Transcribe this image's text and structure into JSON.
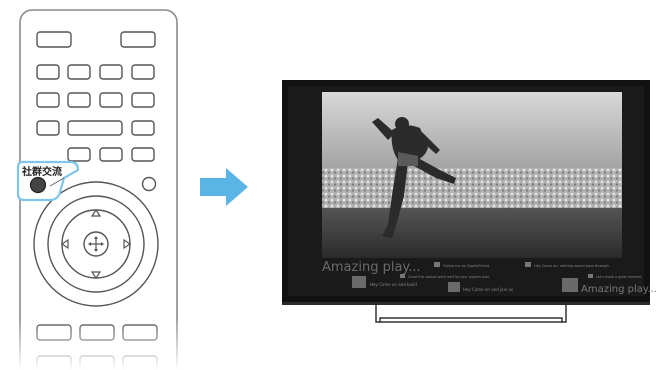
{
  "remote": {
    "highlight_label": "社群交流"
  },
  "tv_screen": {
    "caption_main": "Amazing play...",
    "caption_right": "Amazing play...",
    "ticker_1": "Follow me on SportsFriend",
    "ticker_2": "Hey Come on, nothing would pass through",
    "ticker_3": "Great this season went well for your players over",
    "ticker_4": "Hey Come on and build",
    "ticker_5": "Hey Come on and join us",
    "ticker_6": "Let's share a great moment"
  },
  "colors": {
    "arrow": "#5ab4e5",
    "highlight_border": "#7fc6ea",
    "tv_frame": "#111111"
  }
}
